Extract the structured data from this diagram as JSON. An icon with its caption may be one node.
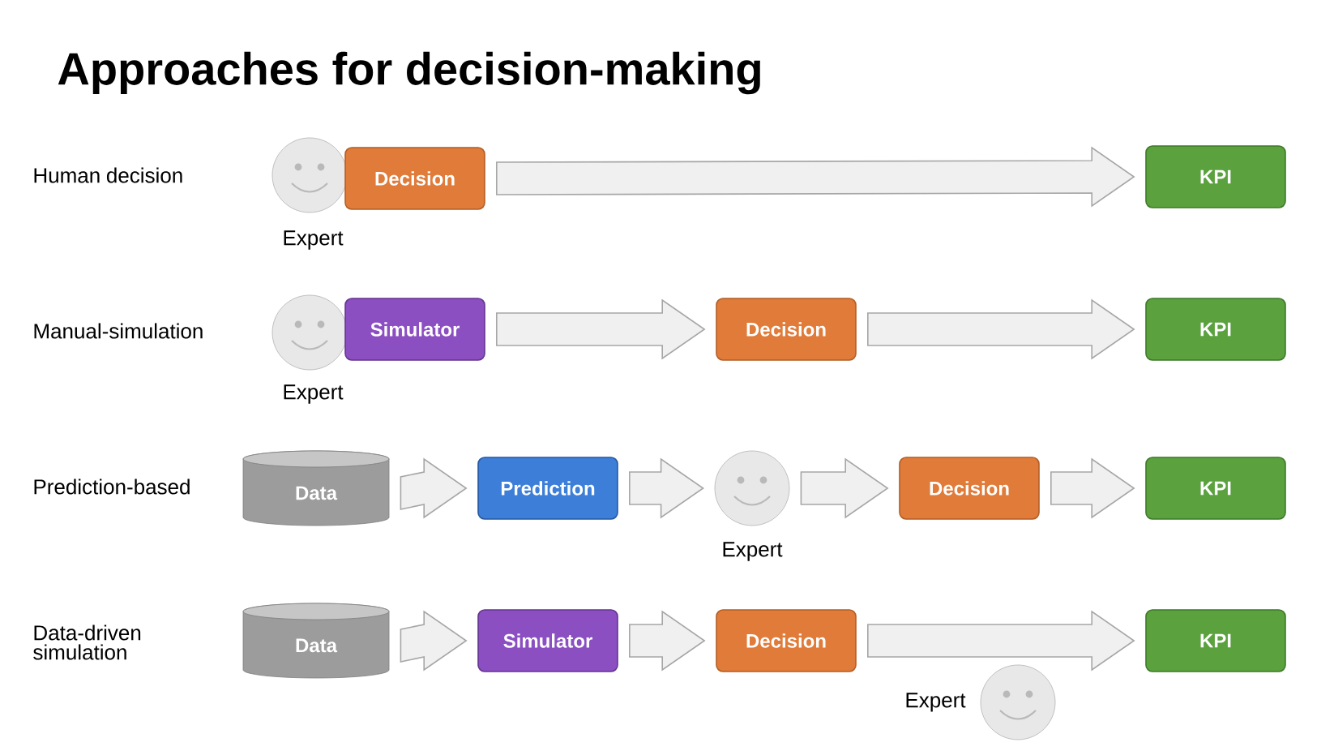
{
  "diagram": {
    "title": "Approaches for decision-making",
    "nodes": [
      {
        "text": [],
        "shape": "circle",
        "beside": [
          "Expert"
        ]
      },
      {
        "text": [
          "Decision"
        ]
      },
      {
        "text": [
          "KPI"
        ]
      },
      {
        "text": [],
        "shape": "circle",
        "beside": [
          "Expert"
        ]
      },
      {
        "text": [
          "Simulator"
        ]
      },
      {
        "text": [
          "Decision"
        ]
      },
      {
        "text": [
          "KPI"
        ]
      },
      {
        "text": [
          "Data"
        ]
      },
      {
        "text": [
          "Prediction"
        ]
      },
      {
        "text": [],
        "shape": "circle",
        "beside": [
          "Expert"
        ]
      },
      {
        "text": [
          "Decision"
        ]
      },
      {
        "text": [
          "KPI"
        ]
      },
      {
        "text": [
          "Data"
        ]
      },
      {
        "text": [
          "Simulator"
        ]
      },
      {
        "text": [
          "Decision"
        ]
      },
      {
        "text": [
          "KPI"
        ]
      },
      {
        "text": [],
        "shape": "circle",
        "beside": [
          "Expert"
        ]
      }
    ],
    "edges": [
      {
        "from": 1,
        "to": 2,
        "arrow": "to"
      },
      {
        "from": 4,
        "to": 5,
        "arrow": "to"
      },
      {
        "from": 5,
        "to": 6,
        "arrow": "to"
      },
      {
        "from": 7,
        "to": 8,
        "arrow": "to"
      },
      {
        "from": 8,
        "to": 9,
        "arrow": "to"
      },
      {
        "from": 9,
        "to": 10,
        "arrow": "to"
      },
      {
        "from": 10,
        "to": 11,
        "arrow": "to"
      },
      {
        "from": 12,
        "to": 13,
        "arrow": "to"
      },
      {
        "from": 13,
        "to": 14,
        "arrow": "to"
      },
      {
        "from": 14,
        "to": 15,
        "arrow": "to"
      }
    ],
    "labels": [
      "Human decision",
      "Manual-simulation",
      "Prediction-based",
      "Data-driven simulation"
    ]
  }
}
